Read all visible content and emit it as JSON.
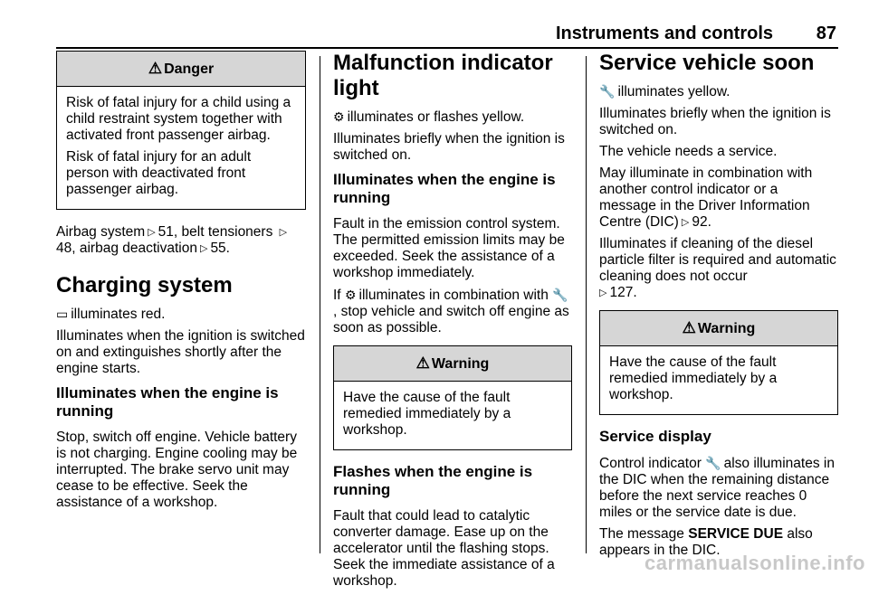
{
  "header": {
    "title": "Instruments and controls",
    "page": "87"
  },
  "col1": {
    "danger_box": {
      "title": "Danger",
      "p1": "Risk of fatal injury for a child using a child restraint system together with activated front passenger airbag.",
      "p2": "Risk of fatal injury for an adult person with deactivated front passenger airbag."
    },
    "xref": {
      "airbag_system": "Airbag system",
      "airbag_page": "51, belt tensioners",
      "belt_page": "48, airbag deactivation",
      "deact_page": "55."
    },
    "charging": {
      "heading": "Charging system",
      "lamp_text": "illuminates red.",
      "p1": "Illuminates when the ignition is switched on and extinguishes shortly after the engine starts.",
      "subheading": "Illuminates when the engine is running",
      "p2": "Stop, switch off engine. Vehicle battery is not charging. Engine cooling may be interrupted. The brake servo unit may cease to be effective. Seek the assistance of a workshop."
    }
  },
  "col2": {
    "heading": "Malfunction indicator light",
    "lamp_text": "illuminates or flashes yellow.",
    "p1": "Illuminates briefly when the ignition is switched on.",
    "sub1": "Illuminates when the engine is running",
    "p2": "Fault in the emission control system. The permitted emission limits may be exceeded. Seek the assistance of a workshop immediately.",
    "p3_a": "If",
    "p3_b": "illuminates in combination with",
    "p3_c": ", stop vehicle and switch off engine as soon as possible.",
    "warning_box": {
      "title": "Warning",
      "body": "Have the cause of the fault remedied immediately by a workshop."
    },
    "sub2": "Flashes when the engine is running",
    "p4": "Fault that could lead to catalytic converter damage. Ease up on the accelerator until the flashing stops. Seek the immediate assistance of a workshop."
  },
  "col3": {
    "heading": "Service vehicle soon",
    "lamp_text": "illuminates yellow.",
    "p1": "Illuminates briefly when the ignition is switched on.",
    "p2": "The vehicle needs a service.",
    "p3": "May illuminate in combination with another control indicator or a message in the Driver Information Centre (DIC)",
    "p3_page": "92.",
    "p4": "Illuminates if cleaning of the diesel particle filter is required and automatic cleaning does not occur",
    "p4_page": "127.",
    "warning_box": {
      "title": "Warning",
      "body": "Have the cause of the fault remedied immediately by a workshop."
    },
    "sub": "Service display",
    "p5_a": "Control indicator",
    "p5_b": "also illuminates in the DIC when the remaining distance before the next service reaches 0 miles or the service date is due.",
    "p6_a": "The message",
    "p6_bold": "SERVICE DUE",
    "p6_b": "also appears in the DIC."
  },
  "footer": {
    "watermark": "carmanualsonline.info"
  }
}
